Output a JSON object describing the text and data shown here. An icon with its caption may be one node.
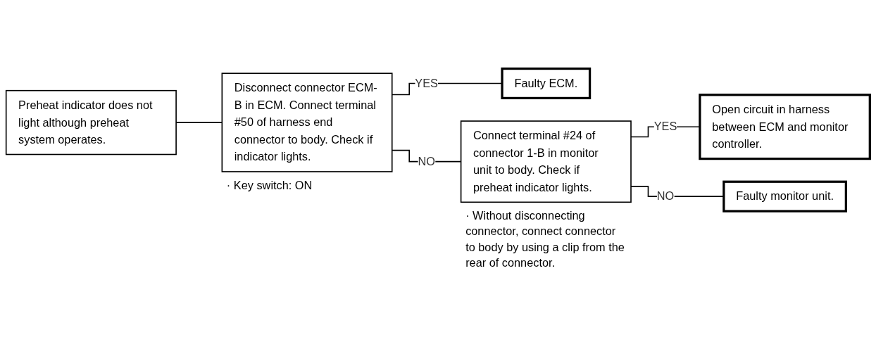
{
  "diagram": {
    "nodes": [
      {
        "text": [
          "Preheat indicator does not light although preheat system operates."
        ]
      },
      {
        "text": [
          "Disconnect connector ECM-B in ECM. Connect terminal #50 of harness end connector to body. Check if indicator lights."
        ],
        "beside": [
          "· Key switch: ON"
        ]
      },
      {
        "text": [
          "Faulty ECM."
        ]
      },
      {
        "text": [
          "Connect terminal #24 of connector 1-B in monitor unit to body. Check if preheat indicator lights."
        ],
        "beside": [
          "· Without disconnecting connector, connect connector to body by using a clip from the rear of connector."
        ]
      },
      {
        "text": [
          "Open circuit in harness between ECM and monitor controller."
        ]
      },
      {
        "text": [
          "Faulty monitor unit."
        ]
      }
    ],
    "edges": [
      {
        "from": 0,
        "to": 1,
        "arrow": "none"
      },
      {
        "from": 1,
        "to": 2,
        "arrow": "none",
        "label": "YES"
      },
      {
        "from": 1,
        "to": 3,
        "arrow": "none",
        "label": "NO"
      },
      {
        "from": 3,
        "to": 4,
        "arrow": "none",
        "label": "YES"
      },
      {
        "from": 3,
        "to": 5,
        "arrow": "none",
        "label": "NO"
      }
    ]
  }
}
